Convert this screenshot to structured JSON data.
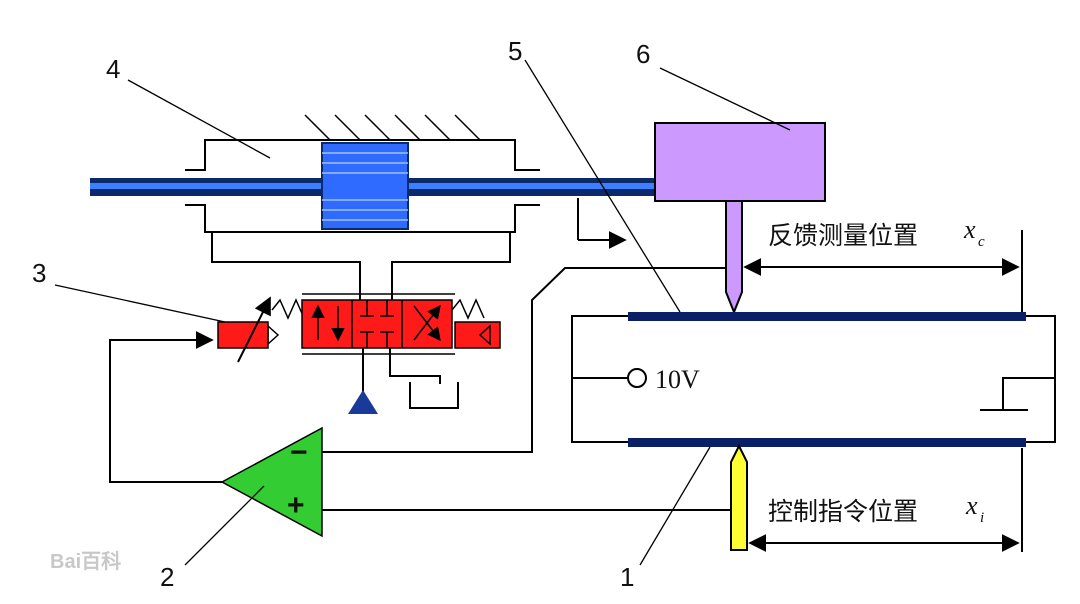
{
  "labels": {
    "n1": "1",
    "n2": "2",
    "n3": "3",
    "n4": "4",
    "n5": "5",
    "n6": "6"
  },
  "feedback": {
    "text": "反馈测量位置",
    "var": "x",
    "sub": "c"
  },
  "command": {
    "text": "控制指令位置",
    "var": "x",
    "sub": "i"
  },
  "voltage": "10V",
  "amp": {
    "minus": "−",
    "plus": "+"
  },
  "watermark": "Bai百科",
  "colors": {
    "piston": "#2f6bff",
    "rod": "#0a2a6b",
    "valve": "#ff1a1a",
    "amp": "#33cc33",
    "box6": "#cc99ff",
    "probe_command": "#ffff33",
    "rail": "#0a1f66",
    "supply": "#1a3a99"
  }
}
